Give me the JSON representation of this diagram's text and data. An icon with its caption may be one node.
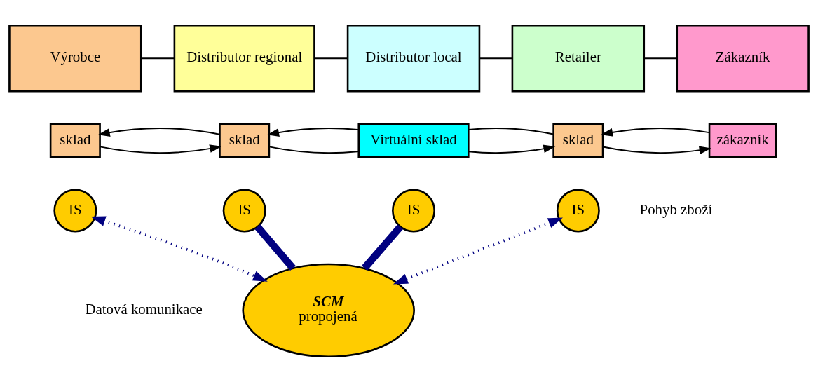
{
  "diagram": {
    "nodes": [
      {
        "text": [
          "Výrobce"
        ]
      },
      {
        "text": [
          "Distributor regional"
        ]
      },
      {
        "text": [
          "Distributor local"
        ]
      },
      {
        "text": [
          "Retailer"
        ]
      },
      {
        "text": [
          "Zákazník"
        ]
      },
      {
        "text": [
          "sklad"
        ]
      },
      {
        "text": [
          "sklad"
        ]
      },
      {
        "text": [
          "Virtuální sklad"
        ]
      },
      {
        "text": [
          "sklad"
        ]
      },
      {
        "text": [
          "zákazník"
        ]
      },
      {
        "text": [
          "IS"
        ]
      },
      {
        "text": [
          "IS"
        ]
      },
      {
        "text": [
          "IS"
        ]
      },
      {
        "text": [
          "IS"
        ]
      },
      {
        "text": [
          "SCM",
          "propojená"
        ]
      }
    ],
    "edges": [
      {
        "from": 0,
        "to": 1,
        "arrow": "none"
      },
      {
        "from": 1,
        "to": 2,
        "arrow": "none"
      },
      {
        "from": 2,
        "to": 3,
        "arrow": "none"
      },
      {
        "from": 3,
        "to": 4,
        "arrow": "none"
      },
      {
        "from": 5,
        "to": 6,
        "arrow": "to"
      },
      {
        "from": 6,
        "to": 5,
        "arrow": "to"
      },
      {
        "from": 6,
        "to": 7,
        "arrow": "none"
      },
      {
        "from": 7,
        "to": 6,
        "arrow": "to"
      },
      {
        "from": 7,
        "to": 8,
        "arrow": "to"
      },
      {
        "from": 8,
        "to": 7,
        "arrow": "none"
      },
      {
        "from": 8,
        "to": 9,
        "arrow": "to"
      },
      {
        "from": 9,
        "to": 8,
        "arrow": "to"
      },
      {
        "from": 10,
        "to": 14,
        "arrow": "both",
        "style": "dashed",
        "color": "#000080"
      },
      {
        "from": 11,
        "to": 14,
        "arrow": "none",
        "style": "thick",
        "color": "#000080"
      },
      {
        "from": 12,
        "to": 14,
        "arrow": "none",
        "style": "thick",
        "color": "#000080"
      },
      {
        "from": 13,
        "to": 14,
        "arrow": "both",
        "style": "dashed",
        "color": "#000080"
      }
    ],
    "labels": [
      "Pohyb zboží",
      "Datová komunikace"
    ]
  }
}
